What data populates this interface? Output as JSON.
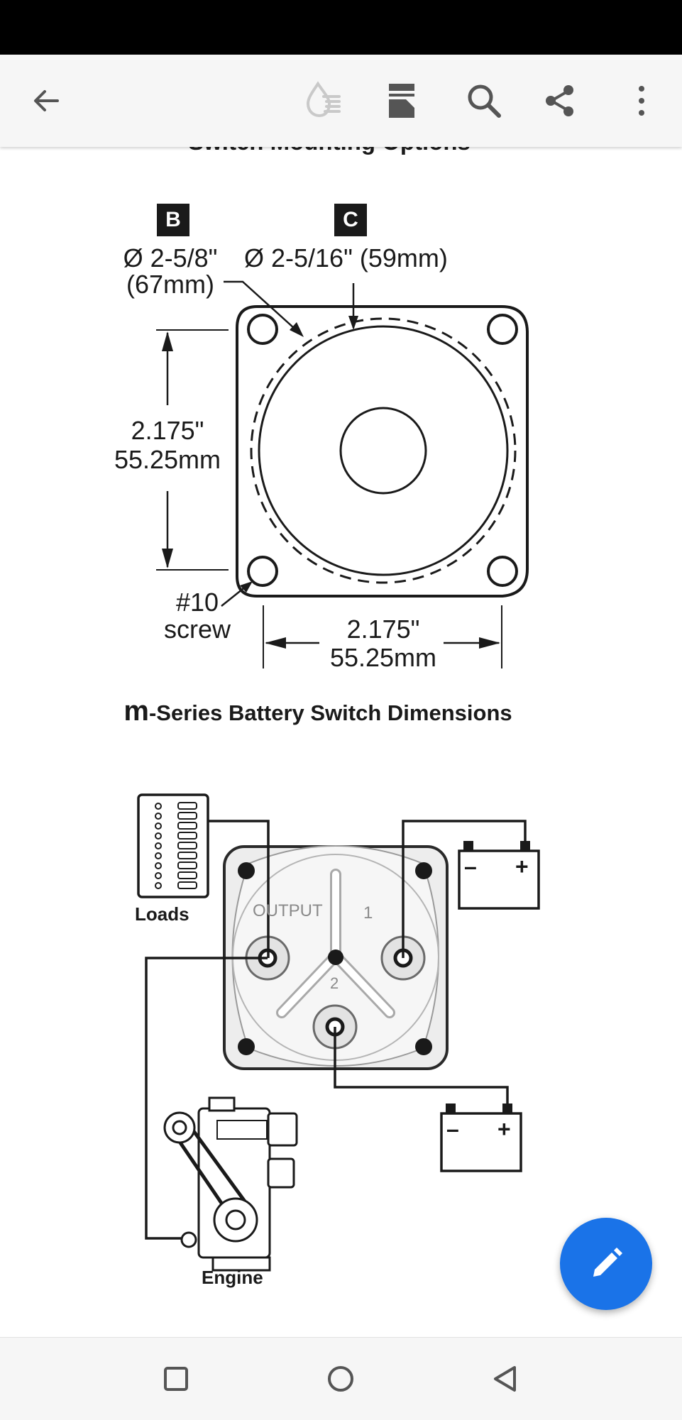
{
  "toolbar": {
    "icons": [
      "back-arrow-icon",
      "ink-drop-icon",
      "reading-mode-icon",
      "search-icon",
      "share-icon",
      "more-vert-icon"
    ]
  },
  "document": {
    "cut_heading": "Switch Mounting Options",
    "label_b": "B",
    "label_c": "C",
    "b_dim_1": "Ø 2-5/8\"",
    "b_dim_2": "(67mm)",
    "c_dim": "Ø 2-5/16\" (59mm)",
    "height_in": "2.175\"",
    "height_mm": "55.25mm",
    "screw_1": "#10",
    "screw_2": "screw",
    "width_in": "2.175\"",
    "width_mm": "55.25mm",
    "series_prefix": "m",
    "series_rest": "-Series Battery Switch Dimensions",
    "loads": "Loads",
    "output": "OUTPUT",
    "position_1": "1",
    "position_2": "2",
    "minus": "–",
    "plus": "+",
    "engine": "Engine"
  },
  "fab": {
    "icon": "edit-pencil-icon",
    "color": "#1a73e8"
  },
  "navbar": {
    "icons": [
      "recents-square-icon",
      "home-circle-icon",
      "back-triangle-icon"
    ]
  }
}
